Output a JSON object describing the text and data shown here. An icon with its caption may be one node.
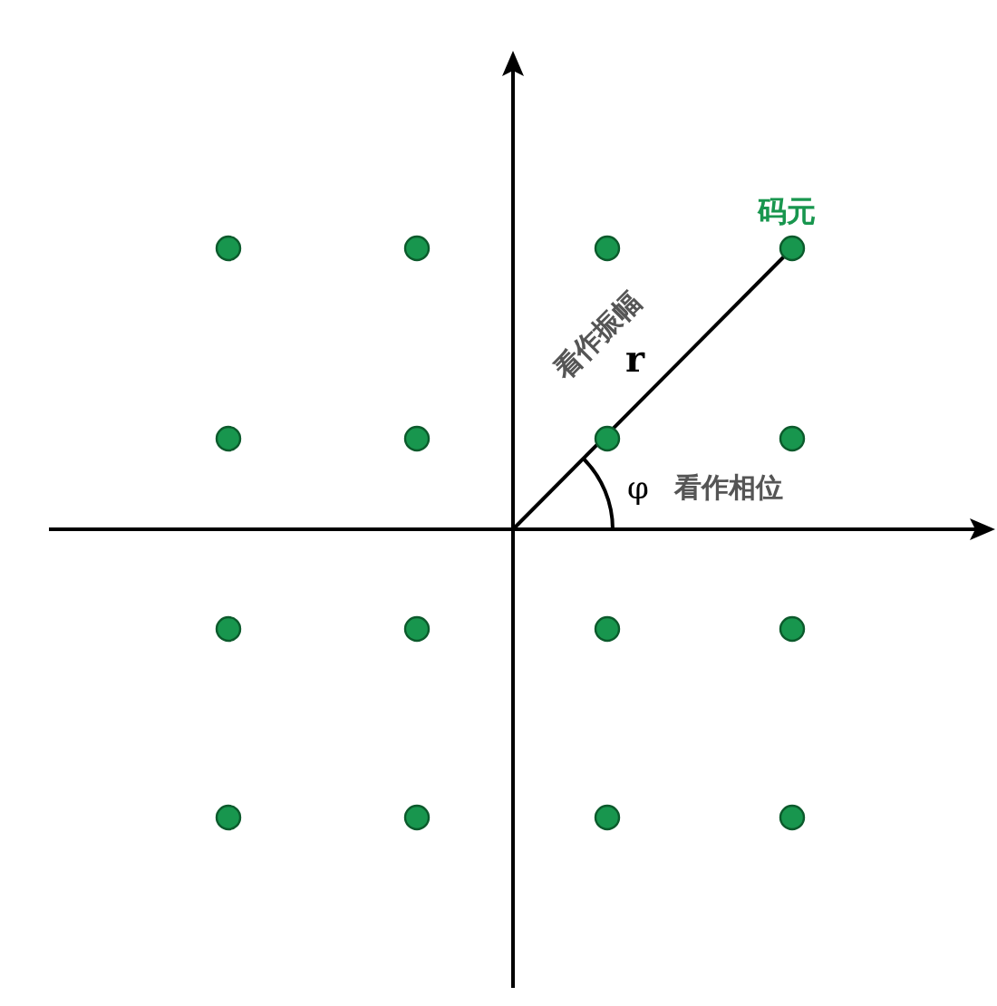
{
  "diagram": {
    "labels": [
      "码元",
      "看作振幅",
      "r",
      "φ",
      "看作相位"
    ]
  }
}
